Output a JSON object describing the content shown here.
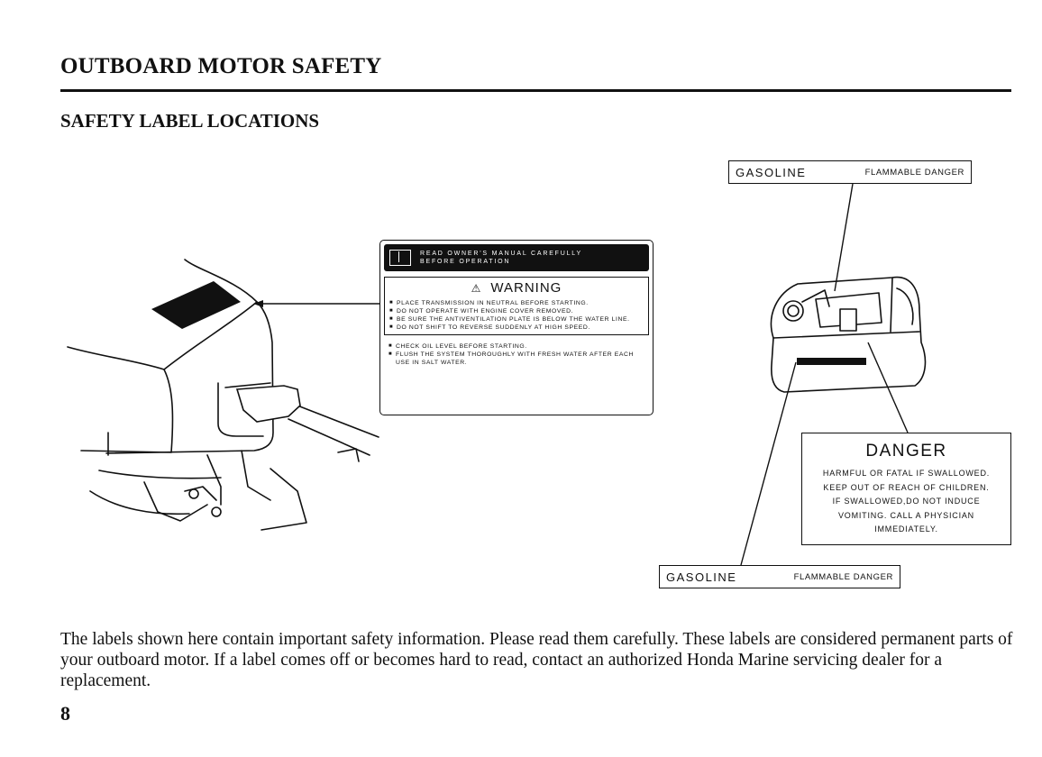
{
  "header": {
    "title": "OUTBOARD MOTOR SAFETY"
  },
  "section": {
    "title": "SAFETY LABEL LOCATIONS"
  },
  "labels": {
    "gasoline_top": {
      "big": "GASOLINE",
      "small": "FLAMMABLE DANGER"
    },
    "gasoline_bottom": {
      "big": "GASOLINE",
      "small": "FLAMMABLE DANGER"
    },
    "danger": {
      "heading": "DANGER",
      "lines": [
        "HARMFUL OR FATAL IF SWALLOWED.",
        "KEEP OUT OF REACH OF CHILDREN.",
        "IF SWALLOWED,DO NOT INDUCE",
        "VOMITING. CALL A PHYSICIAN",
        "IMMEDIATELY."
      ]
    },
    "warning": {
      "top_text": [
        "READ OWNER'S MANUAL CAREFULLY",
        "BEFORE OPERATION"
      ],
      "heading": "WARNING",
      "items": [
        "PLACE TRANSMISSION IN NEUTRAL BEFORE STARTING.",
        "DO NOT OPERATE WITH ENGINE COVER REMOVED.",
        "BE SURE THE ANTIVENTILATION PLATE IS BELOW THE WATER LINE.",
        "DO NOT SHIFT TO REVERSE SUDDENLY AT HIGH SPEED."
      ],
      "extra_items": [
        "CHECK OIL LEVEL BEFORE STARTING.",
        "FLUSH THE SYSTEM THOROUGHLY WITH FRESH WATER AFTER EACH USE IN SALT WATER."
      ]
    }
  },
  "body": {
    "text": "The labels shown here contain important safety information. Please read them carefully. These labels are considered permanent parts of your outboard motor. If a label comes off or becomes hard to read, contact an authorized Honda Marine servicing dealer for a replacement."
  },
  "page_number": "8"
}
